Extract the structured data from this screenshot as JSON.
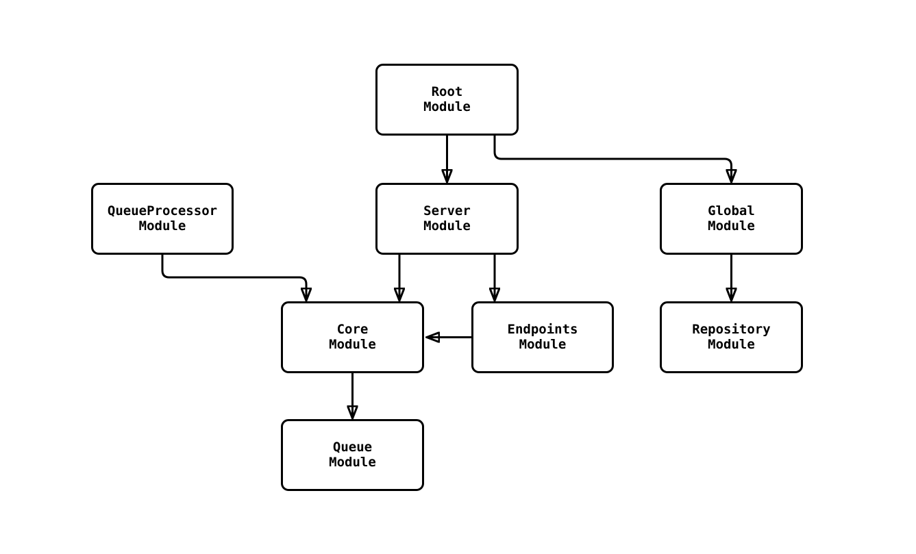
{
  "diagram": {
    "type": "module-dependency-graph",
    "background_color": "#ffffff",
    "node_fill_color": "#ffffff",
    "node_border_color": "#000000",
    "edge_color": "#000000",
    "text_color": "#000000",
    "nodes": {
      "root": {
        "label": "Root\nModule"
      },
      "queueprocessor": {
        "label": "QueueProcessor\nModule"
      },
      "server": {
        "label": "Server\nModule"
      },
      "global": {
        "label": "Global\nModule"
      },
      "core": {
        "label": "Core\nModule"
      },
      "endpoints": {
        "label": "Endpoints\nModule"
      },
      "repository": {
        "label": "Repository\nModule"
      },
      "queue": {
        "label": "Queue\nModule"
      }
    },
    "edges": [
      {
        "from": "Root Module",
        "to": "Server Module"
      },
      {
        "from": "Root Module",
        "to": "Global Module"
      },
      {
        "from": "QueueProcessor Module",
        "to": "Core Module"
      },
      {
        "from": "Server Module",
        "to": "Core Module"
      },
      {
        "from": "Server Module",
        "to": "Endpoints Module"
      },
      {
        "from": "Endpoints Module",
        "to": "Core Module"
      },
      {
        "from": "Global Module",
        "to": "Repository Module"
      },
      {
        "from": "Core Module",
        "to": "Queue Module"
      }
    ]
  }
}
